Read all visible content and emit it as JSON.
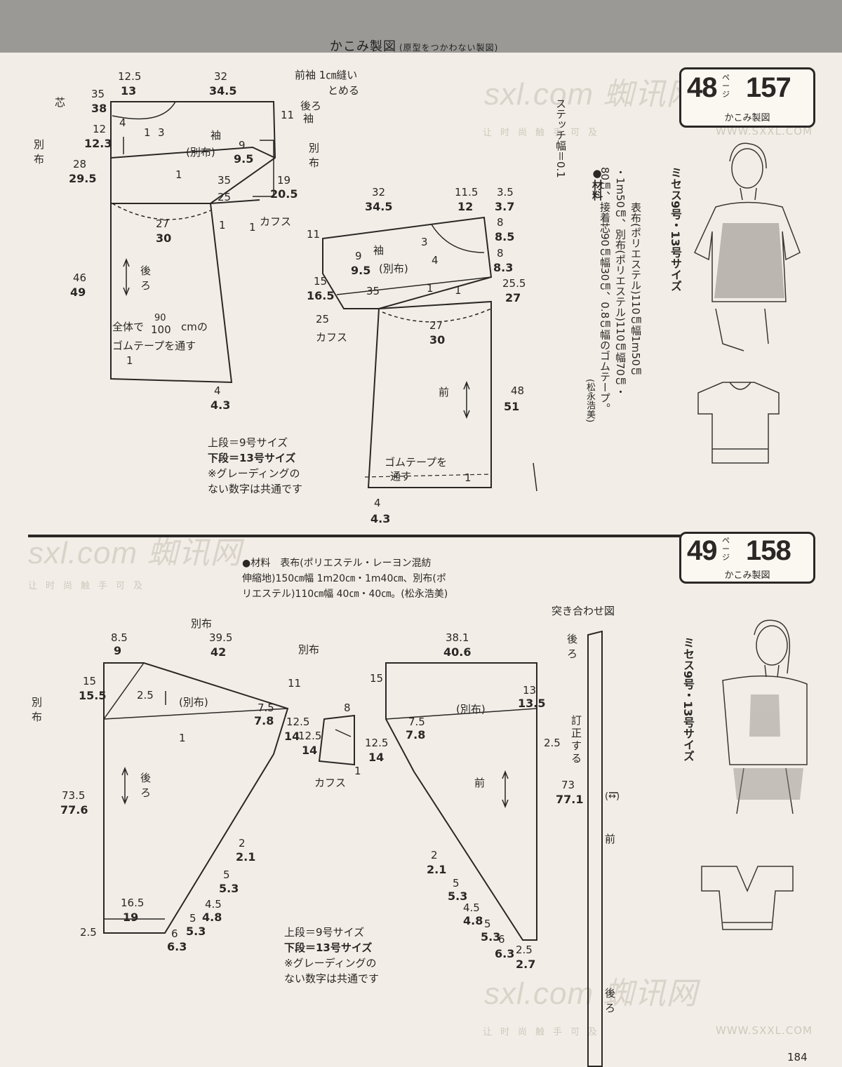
{
  "header": {
    "title": "かこみ製図",
    "subtitle": "(原型をつかわない製図)"
  },
  "pattern1": {
    "badge": {
      "page": "48",
      "page_suffix": "ページ",
      "number": "157",
      "caption": "かこみ製図"
    },
    "materials_title": "●材料",
    "materials_lines": [
      "表布(ポリエステル)110㎝幅1m50㎝",
      "・1m50㎝、別布(ポリエステル)110㎝幅70㎝・",
      "80㎝、接着芯90㎝幅30㎝、0.8㎝幅のゴムテープ。",
      "(松永浩美)"
    ],
    "size_label": "ミセス9号・13号サイズ",
    "stitch_label": "ステッチ幅＝0.1",
    "sleeve_note_1": "前袖 1㎝縫い",
    "sleeve_note_2": "とめる",
    "sleeve_note_3": "後ろ",
    "sleeve_note_4": "袖",
    "back_labels": {
      "interfacing": "芯",
      "sub_fabric": "別布",
      "sleeve": "袖",
      "sleeve_sub": "(別布)",
      "back": "後ろ",
      "cuffs": "カフス",
      "elastic_1": "全体で",
      "elastic_2": "cmの",
      "elastic_3": "ゴムテープを通す",
      "elastic_90": "90",
      "elastic_100": "100",
      "sub_fabric_2": "別布"
    },
    "back_dims": [
      "12.5",
      "13",
      "32",
      "34.5",
      "35",
      "38",
      "4",
      "1",
      "3",
      "12",
      "12.3",
      "28",
      "29.5",
      "9",
      "9.5",
      "11",
      "35",
      "25",
      "19",
      "20.5",
      "1",
      "27",
      "30",
      "46",
      "49",
      "1",
      "1",
      "4",
      "4.3",
      "1"
    ],
    "front_labels": {
      "sleeve": "袖",
      "sleeve_sub": "(別布)",
      "front": "前",
      "cuffs": "カフス",
      "elastic": "ゴムテープを",
      "elastic_2": "通す"
    },
    "front_dims": [
      "32",
      "34.5",
      "11.5",
      "12",
      "3.5",
      "3.7",
      "11",
      "8",
      "8.5",
      "3",
      "4",
      "8",
      "8.3",
      "9",
      "9.5",
      "15",
      "16.5",
      "35",
      "1",
      "25.5",
      "27",
      "25",
      "27",
      "30",
      "48",
      "51",
      "1",
      "4",
      "4.3",
      "1"
    ],
    "legend": [
      "上段＝9号サイズ",
      "下段＝13号サイズ",
      "※グレーディングの",
      "ない数字は共通です"
    ]
  },
  "pattern2": {
    "badge": {
      "page": "49",
      "page_suffix": "ページ",
      "number": "158",
      "caption": "かこみ製図"
    },
    "materials_line1": "●材料　表布(ポリエステル・レーヨン混紡",
    "materials_line2": "伸縮地)150㎝幅 1m20㎝・1m40㎝、別布(ポ",
    "materials_line3": "リエステル)110㎝幅 40㎝・40㎝。(松永浩美)",
    "size_label": "ミセス9号・13号サイズ",
    "back_labels": {
      "sub_fabric_top": "別布",
      "sub_fabric_right": "別布",
      "sub_fabric_left": "別布",
      "sleeve_sub": "(別布)",
      "back": "後ろ"
    },
    "back_dims": [
      "8.5",
      "9",
      "39.5",
      "42",
      "15",
      "15.5",
      "2.5",
      "11",
      "7.5",
      "7.8",
      "12.5",
      "14",
      "1",
      "73.5",
      "77.6",
      "2",
      "2.1",
      "5",
      "5.3",
      "4.5",
      "4.8",
      "5",
      "5.3",
      "6",
      "6.3",
      "16.5",
      "19",
      "2.5"
    ],
    "cuff": {
      "label": "カフス",
      "dims": [
        "8",
        "12.5",
        "14",
        "1"
      ]
    },
    "front_labels": {
      "sleeve_sub": "(別布)",
      "front": "前"
    },
    "front_dims": [
      "38.1",
      "40.6",
      "15",
      "13",
      "13.5",
      "7.5",
      "7.8",
      "12.5",
      "14",
      "2.5",
      "2",
      "2.1",
      "5",
      "5.3",
      "4.5",
      "4.8",
      "5",
      "5.3",
      "6",
      "6.3",
      "2.5",
      "2.7"
    ],
    "placket": {
      "title": "突き合わせ図",
      "back_top": "後ろ",
      "correction": "訂正する",
      "dims_1": "73",
      "dims_2": "77.1",
      "arrow": "(↔)",
      "front": "前",
      "back_bottom": "後ろ"
    },
    "legend": [
      "上段＝9号サイズ",
      "下段＝13号サイズ",
      "※グレーディングの",
      "ない数字は共通です"
    ]
  },
  "watermarks": {
    "brand": "sxl.com 蜘讯网",
    "slogan": "让时尚触手可及",
    "url": "WWW.SXXL.COM"
  },
  "page_number": "184"
}
